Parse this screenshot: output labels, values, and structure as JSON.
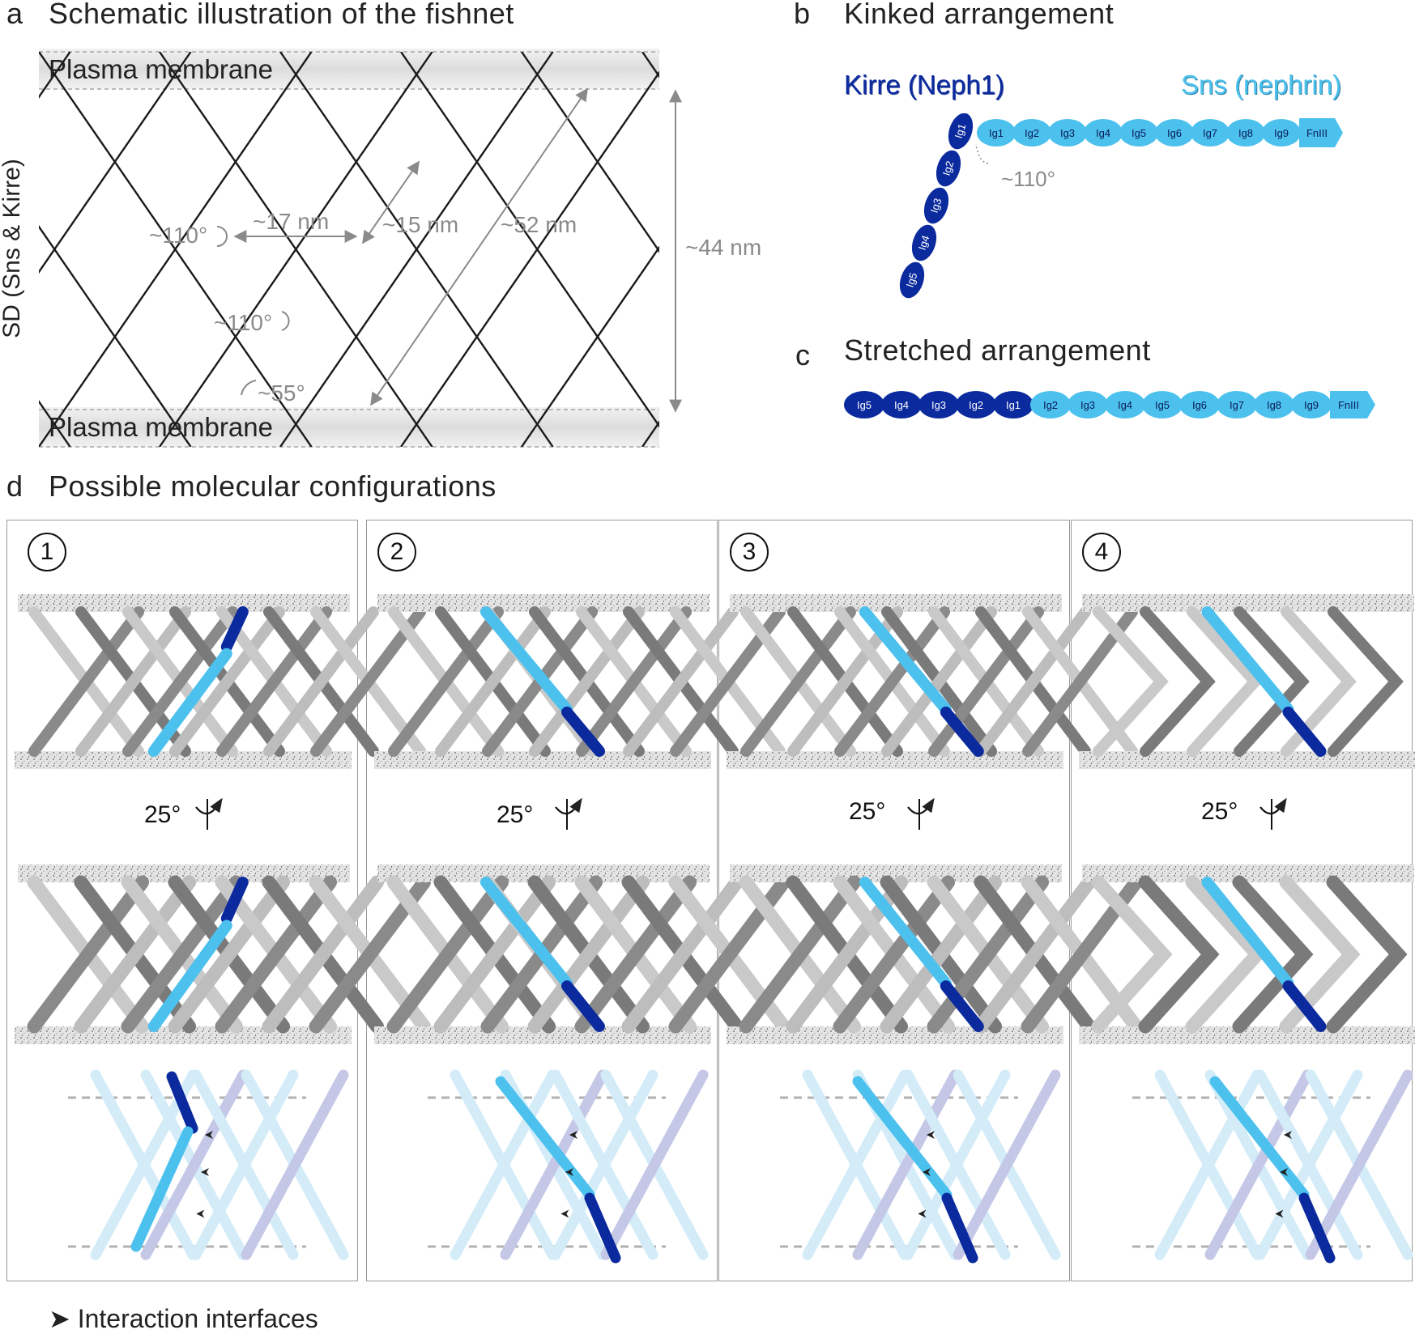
{
  "panel_a": {
    "letter": "a",
    "title": "Schematic illustration of the fishnet",
    "membrane_top": "Plasma membrane",
    "membrane_bottom": "Plasma membrane",
    "side_label": "SD (Sns & Kirre)",
    "measurements": {
      "angle_top": "~110°",
      "angle_mid": "~110°",
      "angle_bottom": "~55°",
      "width_17": "~17 nm",
      "width_15": "~15 nm",
      "length_52": "~52 nm",
      "height_44": "~44 nm"
    }
  },
  "panel_b": {
    "letter": "b",
    "title": "Kinked arrangement",
    "kirre_label": "Kirre (Neph1)",
    "sns_label": "Sns (nephrin)",
    "angle": "~110°",
    "kirre_domains": [
      "Ig1",
      "Ig2",
      "Ig3",
      "Ig4",
      "Ig5"
    ],
    "sns_domains": [
      "Ig1",
      "Ig2",
      "Ig3",
      "Ig4",
      "Ig5",
      "Ig6",
      "Ig7",
      "Ig8",
      "Ig9",
      "FnIII"
    ]
  },
  "panel_c": {
    "letter": "c",
    "title": "Stretched arrangement",
    "kirre_domains": [
      "Ig5",
      "Ig4",
      "Ig3",
      "Ig2",
      "Ig1"
    ],
    "sns_domains": [
      "Ig2",
      "Ig3",
      "Ig4",
      "Ig5",
      "Ig6",
      "Ig7",
      "Ig8",
      "Ig9",
      "FnIII"
    ]
  },
  "panel_d": {
    "letter": "d",
    "title": "Possible molecular configurations",
    "configs": [
      {
        "number": "1",
        "rotation": "25°"
      },
      {
        "number": "2",
        "rotation": "25°"
      },
      {
        "number": "3",
        "rotation": "25°"
      },
      {
        "number": "4",
        "rotation": "25°"
      }
    ],
    "legend": "➤ Interaction interfaces"
  },
  "colors": {
    "kirre": "#0b2a9e",
    "sns": "#4cc1ee",
    "strand_light": "#d4d4d4",
    "strand_dark": "#6f6f6f",
    "membrane": "#e8e8e8",
    "schematic_line": "#1a1a1a",
    "measure": "#8a8a8a"
  }
}
